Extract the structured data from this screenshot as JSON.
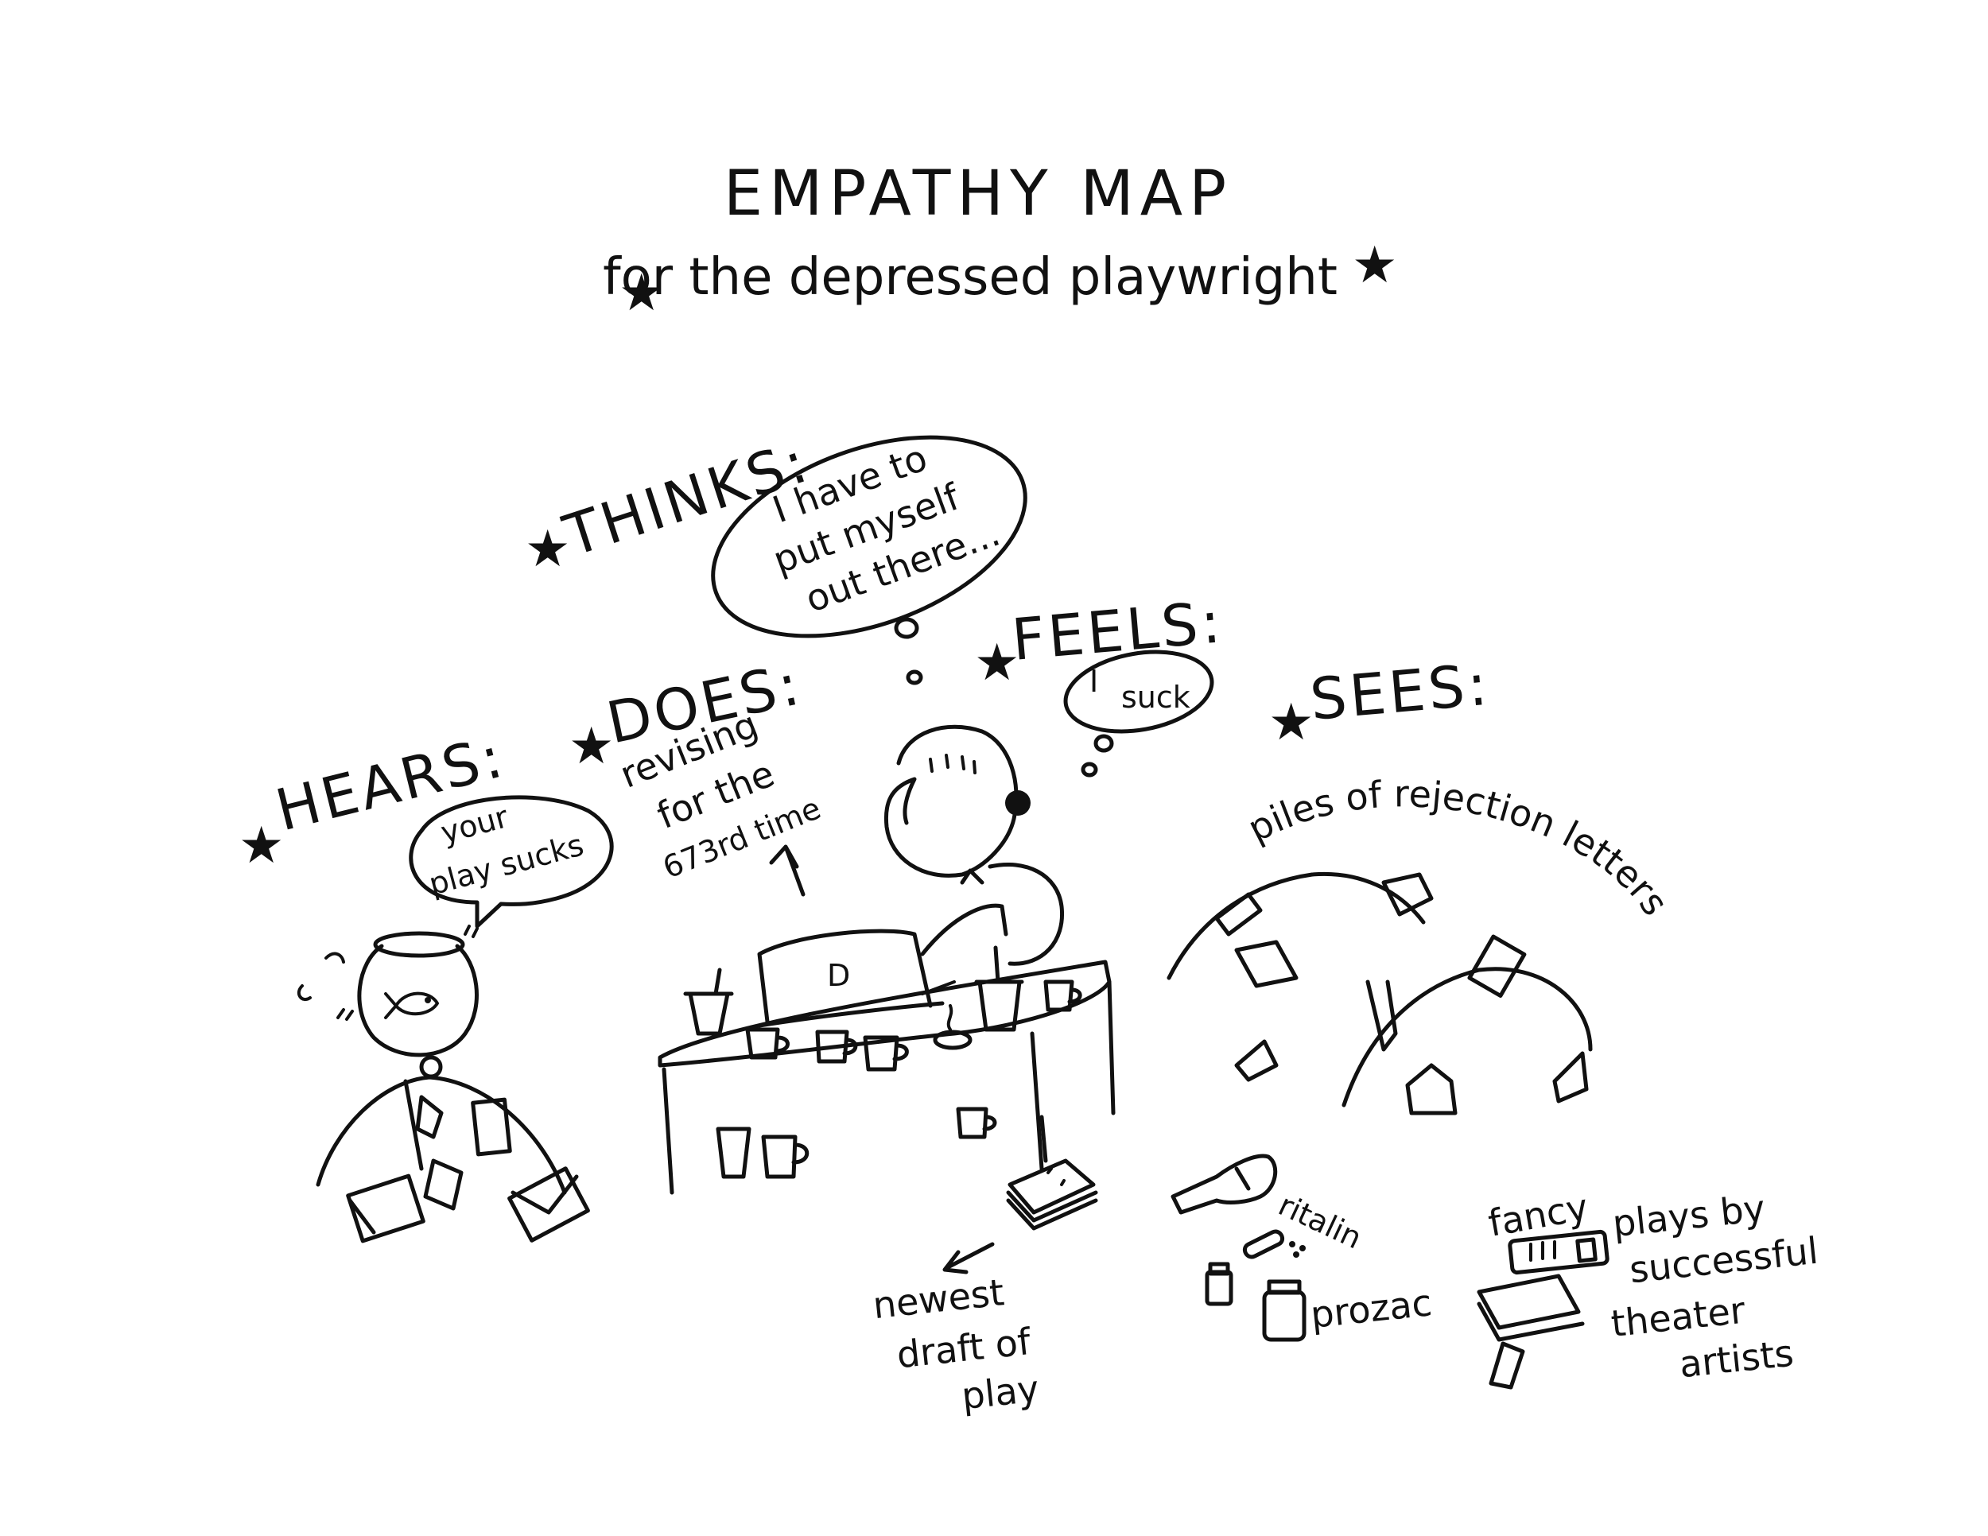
{
  "title": "EMPATHY MAP",
  "subtitle": "for the depressed playwright",
  "sections": {
    "thinks": {
      "header": "THINKS:",
      "bubble_line1": "I have to",
      "bubble_line2": "put myself",
      "bubble_line3": "out there..."
    },
    "feels": {
      "header": "FEELS:",
      "bubble_line1": "I",
      "bubble_line2": "suck"
    },
    "hears": {
      "header": "HEARS:",
      "bubble_line1": "your",
      "bubble_line2": "play sucks"
    },
    "does": {
      "header": "DOES:",
      "line1": "revising",
      "line2": "for the",
      "line3": "673rd time"
    },
    "sees": {
      "header": "SEES:",
      "caption": "piles of rejection letters"
    }
  },
  "laptop_logo": "D",
  "labels": {
    "draft_line1": "newest",
    "draft_line2": "draft of",
    "draft_line3": "play",
    "ritalin": "ritalin",
    "prozac": "prozac",
    "fancy": "fancy",
    "plays_line1": "plays by",
    "plays_line2": "successful",
    "plays_line3": "theater",
    "plays_line4": "artists"
  }
}
